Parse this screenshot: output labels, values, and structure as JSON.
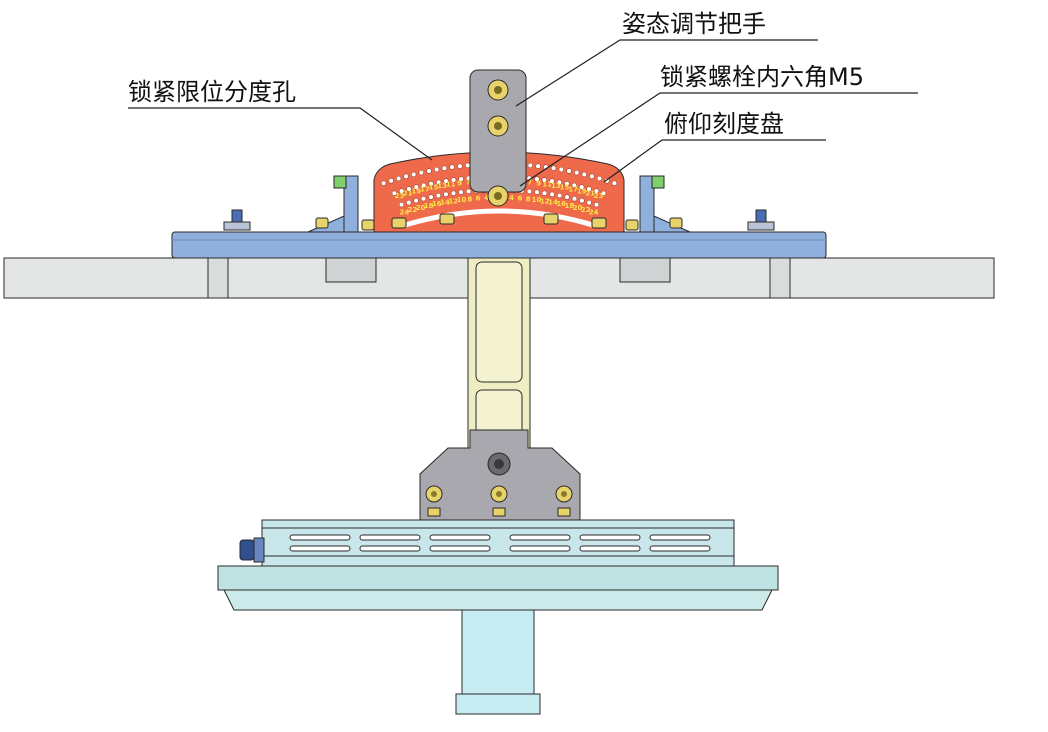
{
  "labels": {
    "handle": "姿态调节把手",
    "bolt": "锁紧螺栓内六角M5",
    "dial": "俯仰刻度盘",
    "holes": "锁紧限位分度孔"
  },
  "dial_scale": {
    "row1": [
      "1",
      "3",
      "5",
      "7",
      "9",
      "11",
      "13",
      "15",
      "17",
      "19",
      "21",
      "23"
    ],
    "row2": [
      "2",
      "4",
      "6",
      "8",
      "10",
      "12",
      "14",
      "16",
      "18",
      "20",
      "22",
      "24"
    ]
  },
  "colors": {
    "dial": "#ef6a4b",
    "plate": "#8fb0dc",
    "bar": "#e4e6e6",
    "arm": "#eeeec2",
    "bracket": "#a8a8ae",
    "base": "#bfe3e3",
    "pillar": "#c6ecf2",
    "screw": "#e8d36a"
  }
}
